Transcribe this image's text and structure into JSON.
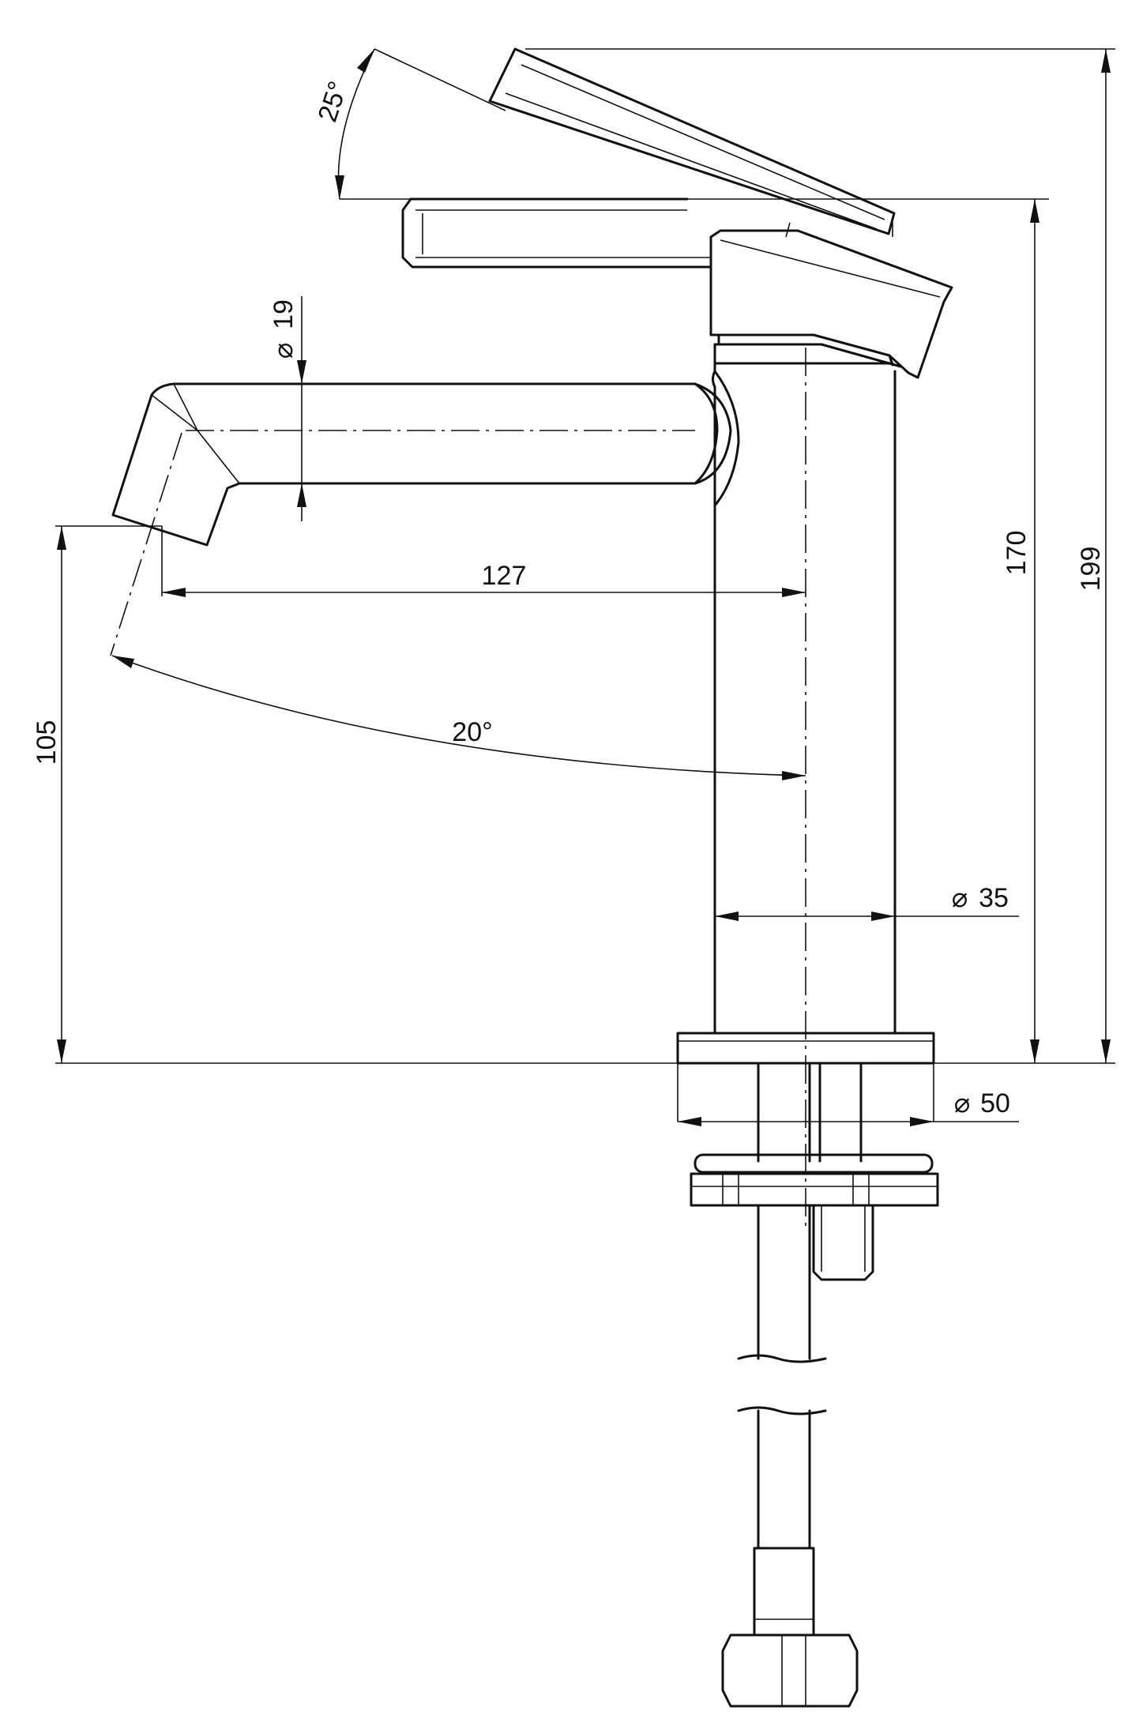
{
  "drawing": {
    "dimensions": {
      "handle_angle": "25°",
      "spout_angle": "20°",
      "spout_diameter": "19",
      "spout_reach": "127",
      "spout_height": "105",
      "handle_height": "170",
      "total_height": "199",
      "body_diameter": "35",
      "base_diameter": "50"
    },
    "symbols": {
      "diameter": "⌀"
    }
  }
}
